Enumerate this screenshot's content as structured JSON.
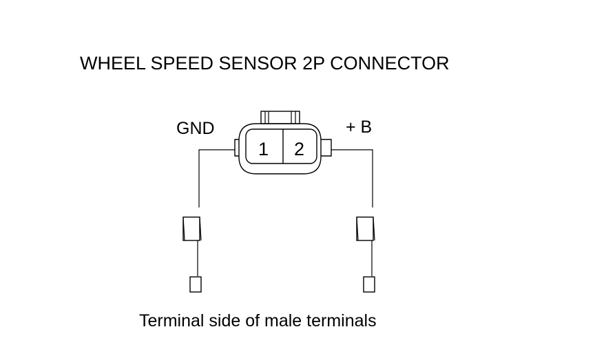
{
  "diagram": {
    "title": "WHEEL SPEED SENSOR 2P CONNECTOR",
    "caption": "Terminal side of male terminals",
    "connector": {
      "pins": [
        {
          "number": "1",
          "signal": "GND"
        },
        {
          "number": "2",
          "signal": "+ B"
        }
      ]
    }
  },
  "colors": {
    "ink": "#000000",
    "background": "#ffffff"
  }
}
